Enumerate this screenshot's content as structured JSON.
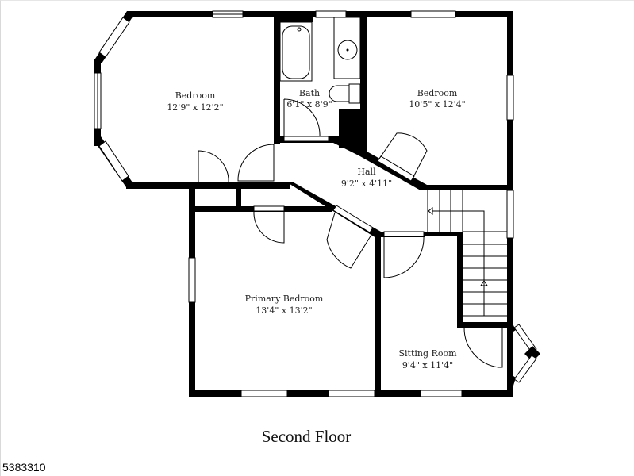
{
  "plan": {
    "title": "Second Floor",
    "listing_id": "5383310",
    "colors": {
      "wall": "#000000",
      "background": "#ffffff",
      "text": "#222222"
    },
    "rooms": [
      {
        "name": "Bedroom",
        "dimensions": "12'9\" x 12'2\""
      },
      {
        "name": "Bath",
        "dimensions": "6'1\" x 8'9\""
      },
      {
        "name": "Bedroom",
        "dimensions": "10'5\" x 12'4\""
      },
      {
        "name": "Hall",
        "dimensions": "9'2\" x 4'11\""
      },
      {
        "name": "Primary Bedroom",
        "dimensions": "13'4\" x 13'2\""
      },
      {
        "name": "Sitting Room",
        "dimensions": "9'4\" x 11'4\""
      }
    ]
  }
}
